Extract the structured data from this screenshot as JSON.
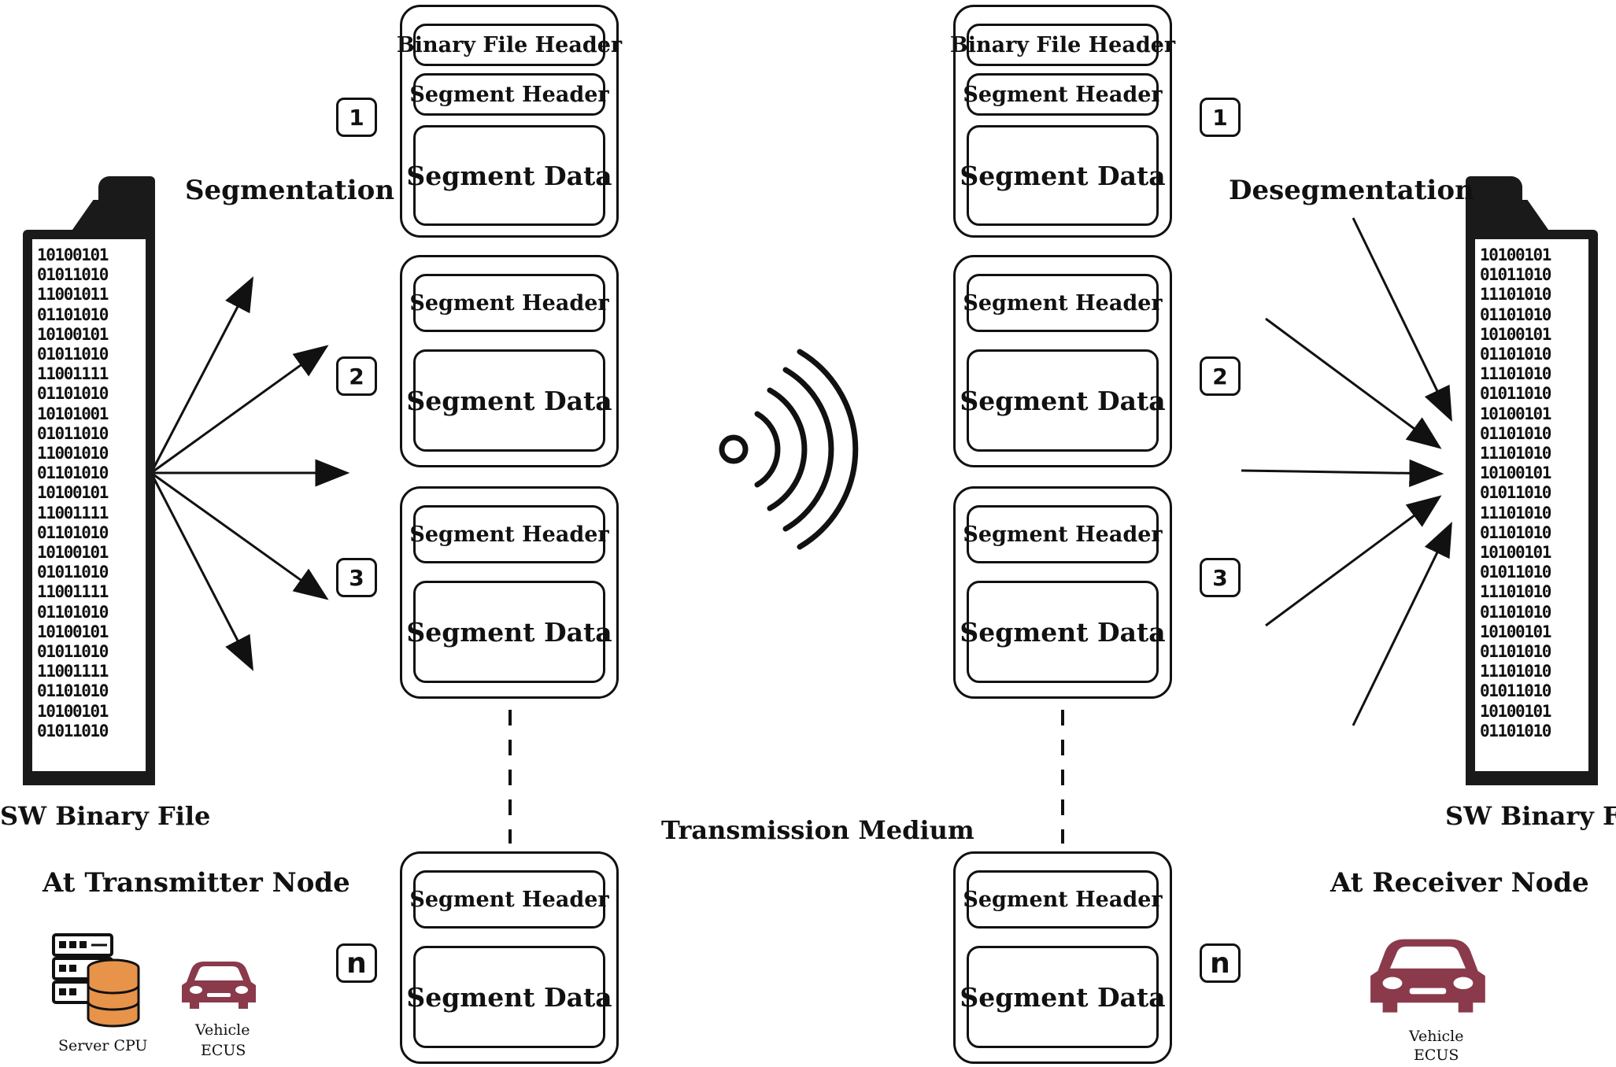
{
  "transmitter": {
    "file_label": "SW Binary File",
    "process_label": "Segmentation",
    "node_label": "At Transmitter Node",
    "devices": [
      {
        "label": "Server CPU",
        "icon": "server-database-icon"
      },
      {
        "label_line1": "Vehicle",
        "label_line2": "ECUS",
        "icon": "car-icon"
      }
    ]
  },
  "receiver": {
    "file_label": "SW Binary File",
    "process_label": "Desegmentation",
    "node_label": "At Receiver Node",
    "devices": [
      {
        "label_line1": "Vehicle",
        "label_line2": "ECUS",
        "icon": "car-icon"
      }
    ]
  },
  "medium": {
    "label": "Transmission Medium",
    "icon": "wireless-signal-icon"
  },
  "segments": [
    {
      "number": "1",
      "binary_file_header": "Binary File Header",
      "header": "Segment Header",
      "data": "Segment Data"
    },
    {
      "number": "2",
      "header": "Segment Header",
      "data": "Segment Data"
    },
    {
      "number": "3",
      "header": "Segment Header",
      "data": "Segment Data"
    },
    {
      "number": "n",
      "header": "Segment Header",
      "data": "Segment Data"
    }
  ],
  "binary_rows_left": [
    "10100101",
    "01011010",
    "11001011",
    "01101010",
    "10100101",
    "01011010",
    "11001111",
    "01101010",
    "10101001",
    "01011010",
    "11001010",
    "01101010",
    "10100101",
    "11001111",
    "01101010",
    "10100101",
    "01011010",
    "11001111",
    "01101010",
    "10100101",
    "01011010",
    "11001111",
    "01101010",
    "10100101",
    "01011010"
  ],
  "binary_rows_right": [
    "10100101",
    "01011010",
    "11101010",
    "01101010",
    "10100101",
    "01101010",
    "11101010",
    "01011010",
    "10100101",
    "01101010",
    "11101010",
    "10100101",
    "01011010",
    "11101010",
    "01101010",
    "10100101",
    "01011010",
    "11101010",
    "01101010",
    "10100101",
    "01101010",
    "11101010",
    "01011010",
    "10100101",
    "01101010"
  ],
  "colors": {
    "ink": "#111111",
    "server_orange": "#e8934a",
    "car_maroon": "#8a3a4b"
  }
}
